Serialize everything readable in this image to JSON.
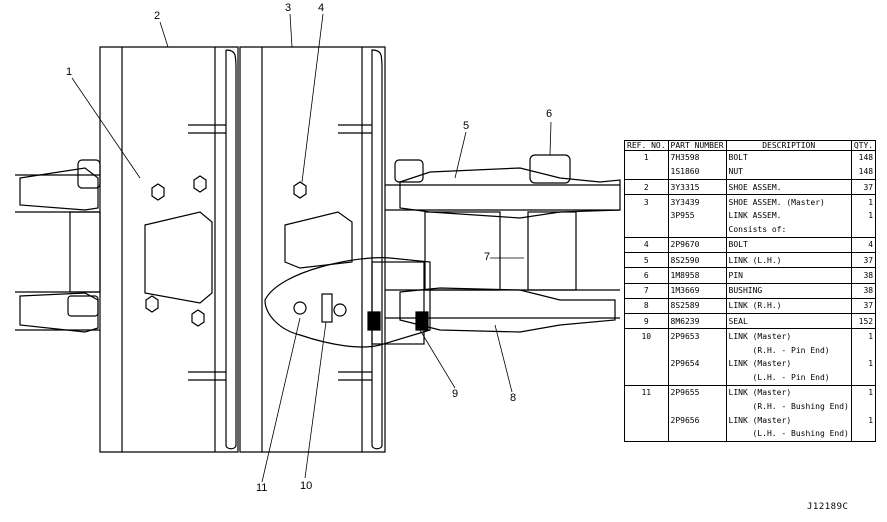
{
  "callouts": [
    "1",
    "2",
    "3",
    "4",
    "5",
    "6",
    "7",
    "8",
    "9",
    "10",
    "11"
  ],
  "table": {
    "headers": {
      "ref": "REF. NO.",
      "part": "PART NUMBER",
      "desc": "DESCRIPTION",
      "qty": "QTY."
    },
    "rows": [
      {
        "ref": "1",
        "part": "7H3598",
        "desc": "BOLT",
        "qty": "148"
      },
      {
        "ref": "",
        "part": "1S1860",
        "desc": "NUT",
        "qty": "148"
      },
      {
        "ref": "2",
        "part": "3Y3315",
        "desc": "SHOE ASSEM.",
        "qty": "37"
      },
      {
        "ref": "3",
        "part": "3Y3439",
        "desc": "SHOE ASSEM. (Master)",
        "qty": "1"
      },
      {
        "ref": "",
        "part": "3P955",
        "desc": "LINK ASSEM.",
        "qty": "1"
      },
      {
        "ref": "",
        "part": "",
        "desc": "Consists of:",
        "qty": ""
      },
      {
        "ref": "4",
        "part": "2P9670",
        "desc": "BOLT",
        "qty": "4"
      },
      {
        "ref": "5",
        "part": "8S2590",
        "desc": "LINK (L.H.)",
        "qty": "37"
      },
      {
        "ref": "6",
        "part": "1M8958",
        "desc": "PIN",
        "qty": "38"
      },
      {
        "ref": "7",
        "part": "1M3669",
        "desc": "BUSHING",
        "qty": "38"
      },
      {
        "ref": "8",
        "part": "8S2589",
        "desc": "LINK (R.H.)",
        "qty": "37"
      },
      {
        "ref": "9",
        "part": "8M6239",
        "desc": "SEAL",
        "qty": "152"
      },
      {
        "ref": "10",
        "part": "2P9653",
        "desc": "LINK (Master)",
        "qty": "1"
      },
      {
        "ref": "",
        "part": "",
        "desc": "(R.H. - Pin End)",
        "qty": ""
      },
      {
        "ref": "",
        "part": "2P9654",
        "desc": "LINK (Master)",
        "qty": "1"
      },
      {
        "ref": "",
        "part": "",
        "desc": "(L.H. - Pin End)",
        "qty": ""
      },
      {
        "ref": "11",
        "part": "2P9655",
        "desc": "LINK (Master)",
        "qty": "1"
      },
      {
        "ref": "",
        "part": "",
        "desc": "(R.H. - Bushing End)",
        "qty": ""
      },
      {
        "ref": "",
        "part": "2P9656",
        "desc": "LINK (Master)",
        "qty": "1"
      },
      {
        "ref": "",
        "part": "",
        "desc": "(L.H. - Bushing End)",
        "qty": ""
      }
    ]
  },
  "drawing_code": "J12189C"
}
